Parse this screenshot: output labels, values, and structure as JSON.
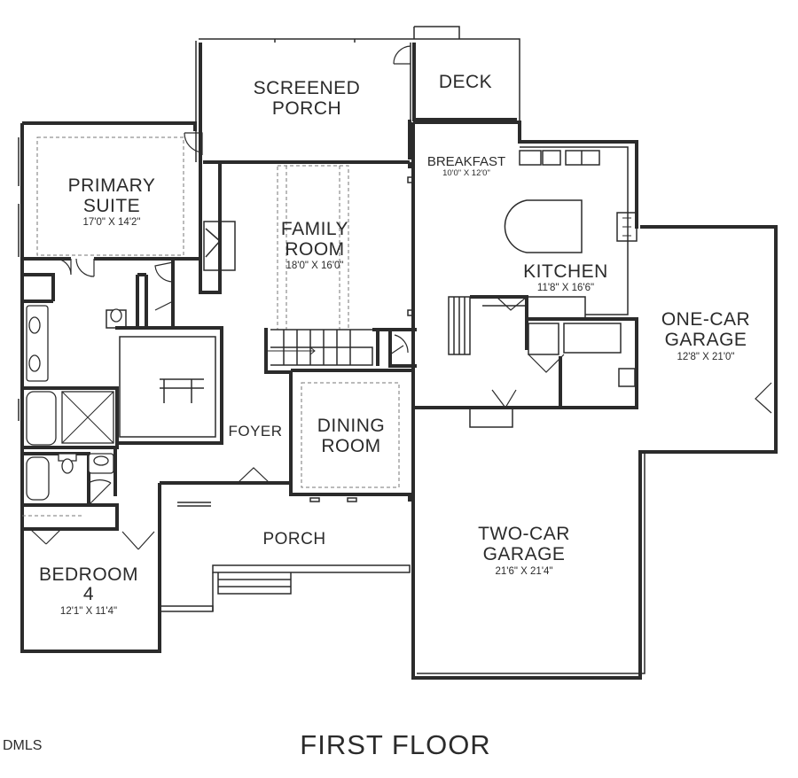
{
  "plan_title": "FIRST FLOOR",
  "watermark": "DMLS",
  "rooms": {
    "screened_porch": {
      "name_lines": [
        "SCREENED",
        "PORCH"
      ]
    },
    "deck": {
      "name_lines": [
        "DECK"
      ]
    },
    "breakfast": {
      "name_lines": [
        "BREAKFAST"
      ],
      "dimensions": "10'0\" X 12'0\""
    },
    "primary_suite": {
      "name_lines": [
        "PRIMARY",
        "SUITE"
      ],
      "dimensions": "17'0\" X 14'2\""
    },
    "family_room": {
      "name_lines": [
        "FAMILY",
        "ROOM"
      ],
      "dimensions": "18'0\" X 16'0\""
    },
    "kitchen": {
      "name_lines": [
        "KITCHEN"
      ],
      "dimensions": "11'8\" X 16'6\""
    },
    "one_car_garage": {
      "name_lines": [
        "ONE-CAR",
        "GARAGE"
      ],
      "dimensions": "12'8\" X 21'0\""
    },
    "foyer": {
      "name_lines": [
        "FOYER"
      ]
    },
    "dining_room": {
      "name_lines": [
        "DINING",
        "ROOM"
      ]
    },
    "porch": {
      "name_lines": [
        "PORCH"
      ]
    },
    "two_car_garage": {
      "name_lines": [
        "TWO-CAR",
        "GARAGE"
      ],
      "dimensions": "21'6\" X 21'4\""
    },
    "bedroom_4": {
      "name_lines": [
        "BEDROOM",
        "4"
      ],
      "dimensions": "12'1\" X 11'4\""
    }
  }
}
